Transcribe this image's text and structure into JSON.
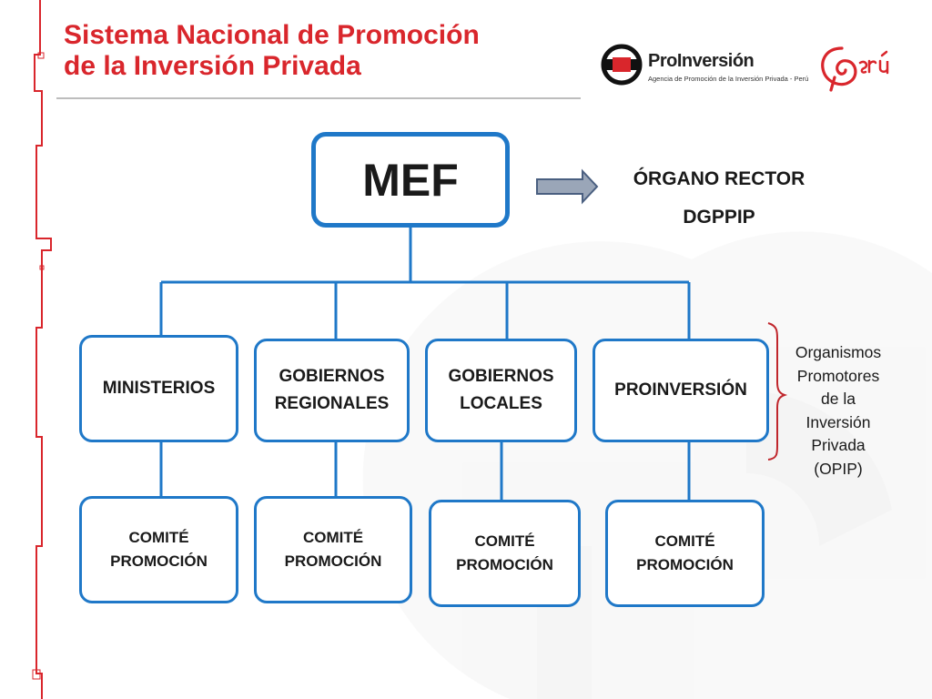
{
  "header": {
    "title_line1": "Sistema Nacional de Promoción",
    "title_line2": "de la Inversión Privada"
  },
  "logos": {
    "proinversion_name": "ProInversión",
    "proinversion_tagline": "Agencia de Promoción de la Inversión Privada - Perú",
    "peru_brand": "Perú"
  },
  "diagram": {
    "root": "MEF",
    "rector": {
      "line1": "ÓRGANO RECTOR",
      "line2": "DGPPIP"
    },
    "level2": [
      {
        "label": "MINISTERIOS"
      },
      {
        "label": "GOBIERNOS\nREGIONALES"
      },
      {
        "label": "GOBIERNOS\nLOCALES"
      },
      {
        "label": "PROINVERSIÓN"
      }
    ],
    "level3": [
      {
        "label": "COMITÉ\nPROMOCIÓN"
      },
      {
        "label": "COMITÉ\nPROMOCIÓN"
      },
      {
        "label": "COMITÉ\nPROMOCIÓN"
      },
      {
        "label": "COMITÉ\nPROMOCIÓN"
      }
    ],
    "opip_note": "Organismos\nPromotores\nde la\nInversión\nPrivada\n(OPIP)"
  },
  "colors": {
    "title_red": "#d9262c",
    "node_border": "#1f78c8",
    "connector": "#1f78c8",
    "brace": "#c0262c",
    "arrow_fill": "#9aa6b8",
    "arrow_stroke": "#4a5f80"
  }
}
